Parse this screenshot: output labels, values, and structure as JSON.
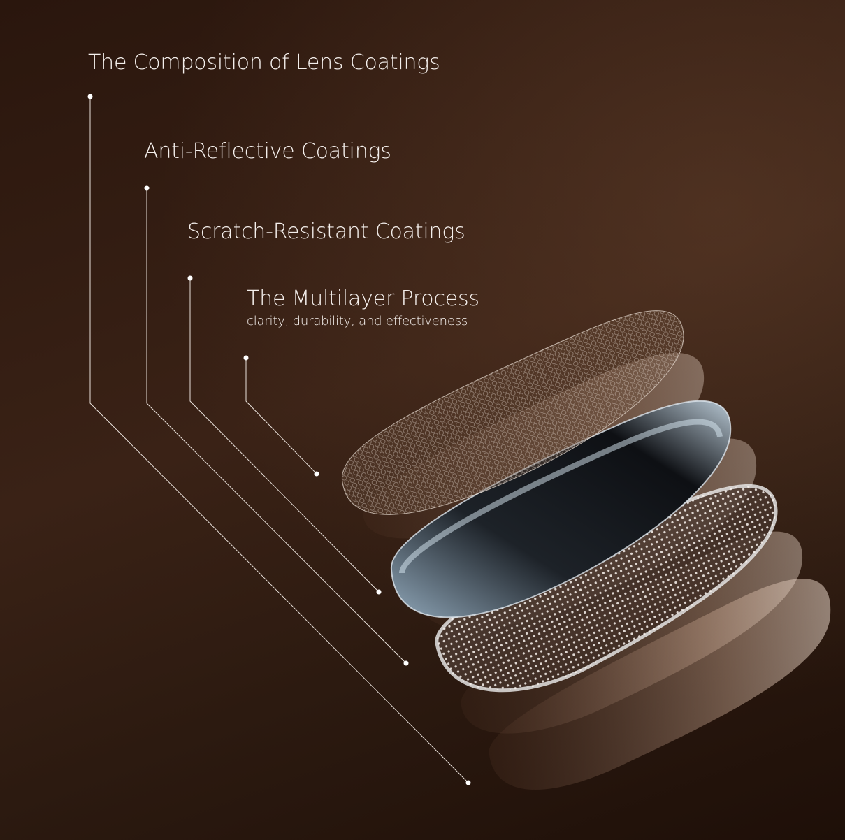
{
  "title": "The Composition of Lens Coatings",
  "layers": [
    {
      "label": "Anti-Reflective Coatings"
    },
    {
      "label": "Scratch-Resistant Coatings"
    },
    {
      "label": "The Multilayer Process",
      "subtitle": "clarity, durability, and effectiveness"
    }
  ],
  "colors": {
    "background": "#2e1a10",
    "line": "#e8e0da",
    "text": "#f4efec"
  }
}
